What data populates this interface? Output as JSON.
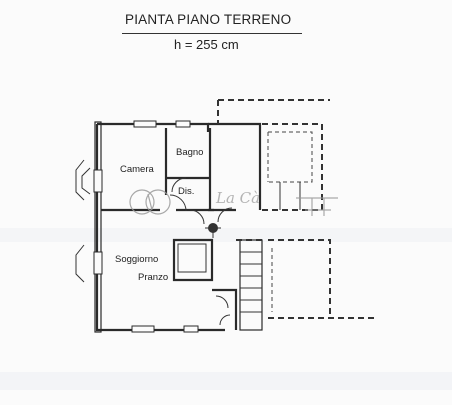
{
  "plan": {
    "title": "PIANTA PIANO TERRENO",
    "height_note": "h = 255 cm"
  },
  "rooms": {
    "camera": "Camera",
    "bagno": "Bagno",
    "dis": "Dis.",
    "soggiorno": "Soggiorno",
    "pranzo": "Pranzo"
  },
  "watermark": {
    "text": "La Cà"
  }
}
